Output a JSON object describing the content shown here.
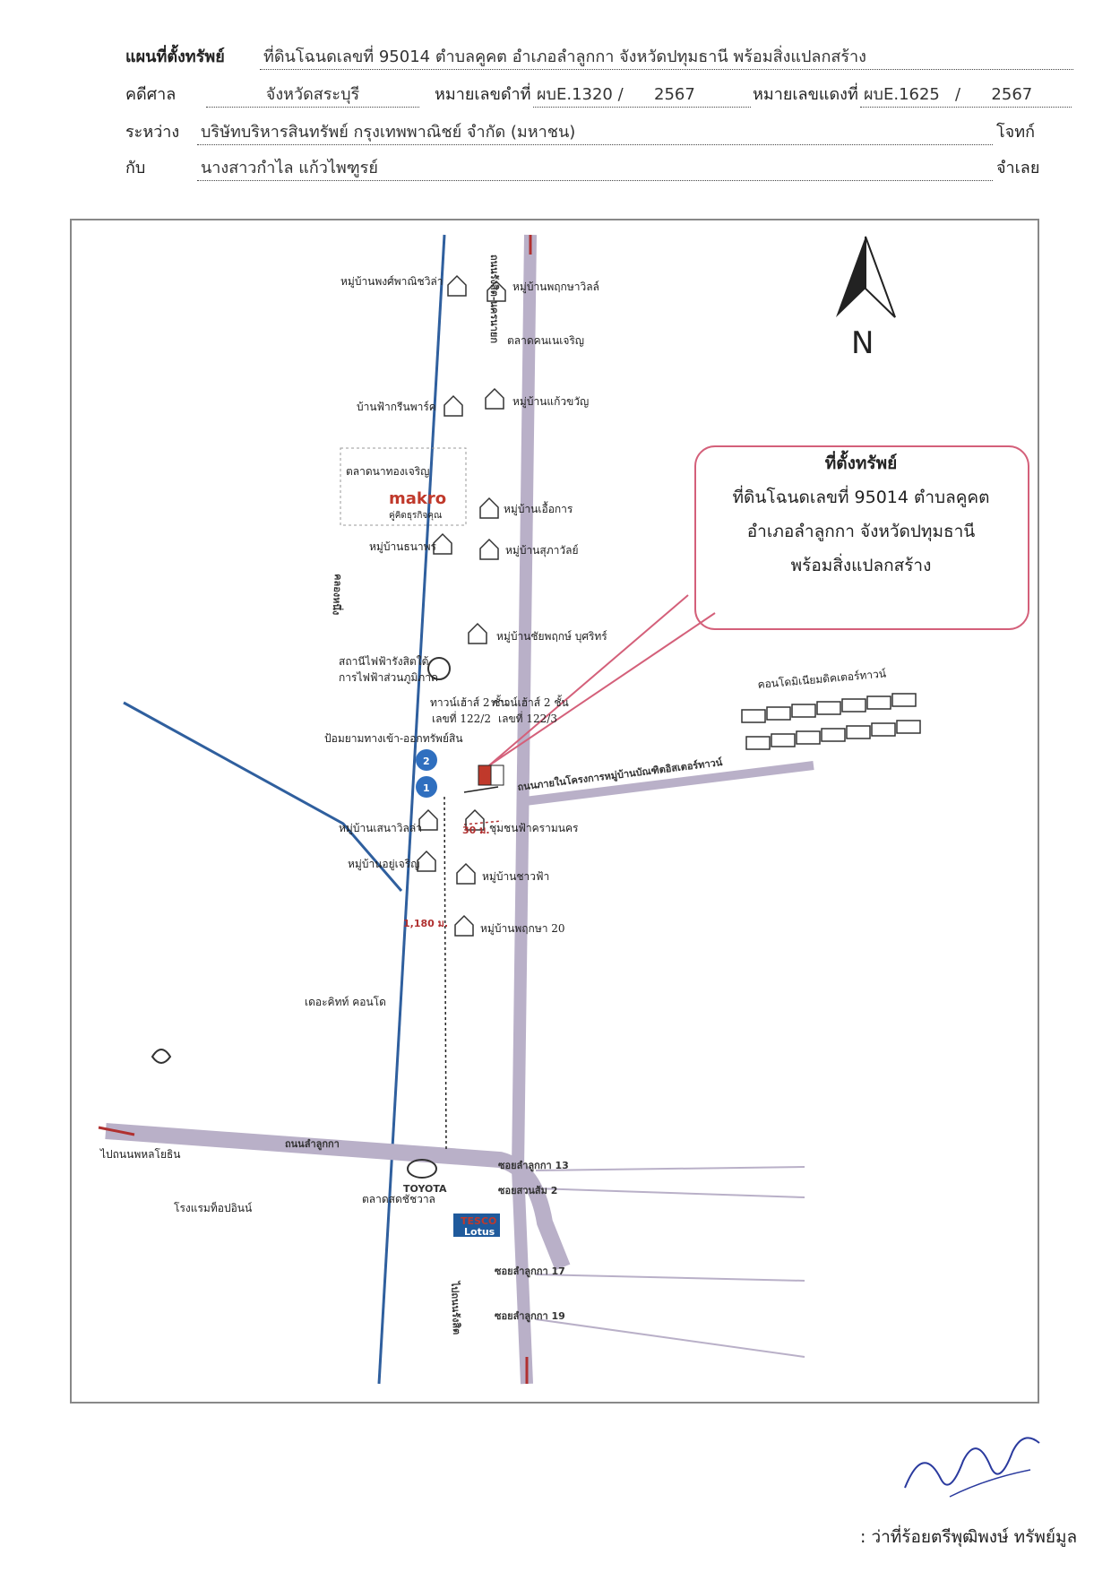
{
  "header": {
    "line1_label": "แผนที่ตั้งทรัพย์",
    "line1_value": "ที่ดินโฉนดเลขที่ 95014 ตำบลคูคต อำเภอลำลูกกา จังหวัดปทุมธานี พร้อมสิ่งแปลกสร้าง",
    "court_label": "คดีศาล",
    "court_value": "จังหวัดสระบุรี",
    "black_no_label": "หมายเลขดำที่",
    "black_no_value": "ผบE.1320 /      2567",
    "red_no_label": "หมายเลขแดงที่",
    "red_no_value": "ผบE.1625   /      2567",
    "between_label": "ระหว่าง",
    "plaintiff": "บริษัทบริหารสินทรัพย์ กรุงเทพพาณิชย์ จำกัด (มหาชน)",
    "plaintiff_role": "โจทก์",
    "with_label": "กับ",
    "defendant": "นางสาวกำไล แก้วไพฑูรย์",
    "defendant_role": "จำเลย"
  },
  "callout": {
    "title": "ที่ตั้งทรัพย์",
    "line1": "ที่ดินโฉนดเลขที่ 95014 ตำบลคูคต",
    "line2": "อำเภอลำลูกกา จังหวัดปทุมธานี",
    "line3": "พร้อมสิ่งแปลกสร้าง"
  },
  "map": {
    "north_label": "N",
    "colors": {
      "canal": "#2f5f9e",
      "road": "#b9b0c8",
      "callout": "#d4607a",
      "marker": "#2f6fbf",
      "arrow": "#b03030"
    },
    "labels": {
      "v1": "หมู่บ้านพงศ์พาณิชวิล่า",
      "v2": "หมู่บ้านพฤกษาวิลล์",
      "m1": "ตลาดคนเนเจริญ",
      "v3": "หมู่บ้านแก้วขวัญ",
      "v4": "บ้านฟ้ากรีนพาร์ค",
      "m2": "ตลาดนาทองเจริญ",
      "makro": "makro",
      "makro_sub": "คู่คิดธุรกิจคุณ",
      "v5": "หมู่บ้านเอื้อการ",
      "v6": "หมู่บ้านธนาพร",
      "v7": "หมู่บ้านสุภาวัลย์",
      "v8": "หมู่บ้านชัยพฤกษ์ บุศริทร์",
      "power": "สถานีไฟฟ้ารังสิตใต้",
      "power2": "การไฟฟ้าส่วนภูมิภาค",
      "th1": "ทาวน์เฮ้าส์ 2 ชั้น",
      "th1_no": "เลขที่ 122/2",
      "th2": "ทาวน์เฮ้าส์ 2 ชั้น",
      "th2_no": "เลขที่ 122/3",
      "guard": "ป้อมยามทางเข้า-ออกทรัพย์สิน",
      "project_road": "ถนนภายในโครงการหมู่บ้านบัณฑิตอิสเตอร์ทาวน์",
      "condo": "คอนโดมิเนียมดิคเตอร์ทาวน์",
      "dist30": "30 ม.",
      "dist1180": "1,180 ม.",
      "marker1": "1",
      "marker2": "2",
      "v9": "หมู่บ้านเสนาวิลล่า",
      "v10": "ชุมชนฟ้าครามนคร",
      "v11": "หมู่บ้านอยู่เจริญ",
      "v12": "หมู่บ้านชาวฟ้า",
      "v13": "หมู่บ้านพฤกษา 20",
      "canal_name": "คลองหนึ่ง",
      "main_road": "ถนนรังสิต-นครนายก",
      "lamlukka_road": "ถนนลำลูกกา",
      "to_kukot": "ไปถนนพหลโยธิน",
      "condo2": "เดอะคิทท์ คอนโด",
      "hotel": "โรงแรมท็อปอินน์",
      "market3": "ตลาดสดชัชวาล",
      "toyota": "TOYOTA",
      "tesco": "TESCO",
      "lotus": "Lotus",
      "soi13": "ซอยลำลูกกา 13",
      "soi2": "ซอยสวนส้ม 2",
      "soi17": "ซอยลำลูกกา 17",
      "soi19": "ซอยลำลูกกา 19",
      "to_rangsit": "ไปถนนรังสิต"
    }
  },
  "signature": {
    "signer": ": ว่าที่ร้อยตรีพุฒิพงษ์ ทรัพย์มูล"
  }
}
